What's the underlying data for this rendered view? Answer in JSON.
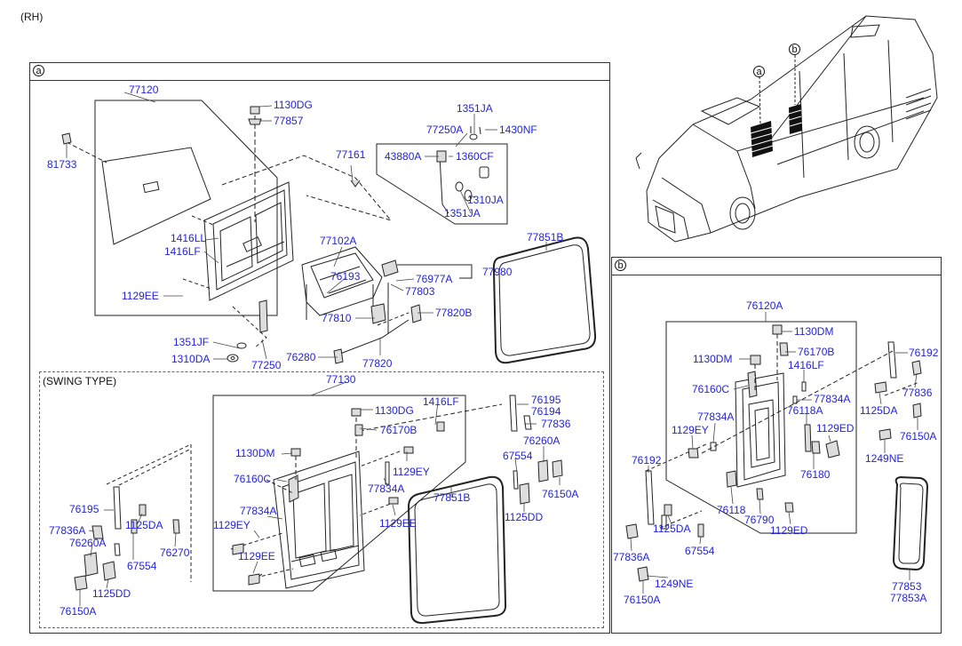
{
  "header": {
    "side": "(RH)"
  },
  "sections": {
    "a": {
      "marker": "a",
      "swing_caption": "(SWING TYPE)"
    },
    "b": {
      "marker": "b"
    }
  },
  "bus_markers": [
    "a",
    "b"
  ],
  "labels_a": {
    "p77120": "77120",
    "p81733": "81733",
    "p1130DG": "1130DG",
    "p77857": "77857",
    "p1416LL": "1416LL",
    "p1416LF": "1416LF",
    "p1129EE": "1129EE",
    "p77161": "77161",
    "p77102A": "77102A",
    "p76193": "76193",
    "p77810": "77810",
    "p1351JF": "1351JF",
    "p1310DA": "1310DA",
    "p77250": "77250",
    "p76280": "76280",
    "p77820": "77820",
    "p77820B": "77820B",
    "p76977A": "76977A",
    "p77803": "77803",
    "p77980": "77980",
    "p1351JA_top": "1351JA",
    "p77250A": "77250A",
    "p1430NF": "1430NF",
    "p43880A": "43880A",
    "p1360CF": "1360CF",
    "p1310JA": "1310JA",
    "p1351JA_bot": "1351JA",
    "p77851B": "77851B"
  },
  "labels_swing": {
    "p77130": "77130",
    "p1130DG": "1130DG",
    "p1416LF": "1416LF",
    "p76170B": "76170B",
    "p76195_r": "76195",
    "p76194": "76194",
    "p77836": "77836",
    "p76260A_r": "76260A",
    "p67554_r": "67554",
    "p76150A_r": "76150A",
    "p1125DD_r": "1125DD",
    "p1130DM": "1130DM",
    "p76160C": "76160C",
    "p77834A_top": "77834A",
    "p1129EY_r": "1129EY",
    "p77834A": "77834A",
    "p1129EY_l": "1129EY",
    "p1129EE_r": "1129EE",
    "p1129EE_l": "1129EE",
    "p77851B": "77851B",
    "p76195_l": "76195",
    "p77836A": "77836A",
    "p1125DA": "1125DA",
    "p76260A_l": "76260A",
    "p76270": "76270",
    "p67554_l": "67554",
    "p1125DD_l": "1125DD",
    "p76150A_l": "76150A"
  },
  "labels_b": {
    "p76120A": "76120A",
    "p1130DM_top": "1130DM",
    "p76170B": "76170B",
    "p1130DM": "1130DM",
    "p1416LF": "1416LF",
    "p76160C": "76160C",
    "p77834A_r": "77834A",
    "p76118A": "76118A",
    "p77834A_l": "77834A",
    "p1129EY": "1129EY",
    "p1129ED_r": "1129ED",
    "p76180": "76180",
    "p76118": "76118",
    "p76790": "76790",
    "p1129ED_b": "1129ED",
    "p76192_l": "76192",
    "p1125DA": "1125DA",
    "p67554": "67554",
    "p77836A": "77836A",
    "p1249NE_l": "1249NE",
    "p76150A_l": "76150A",
    "p76192_r": "76192",
    "p77836": "77836",
    "p1125DA_r": "1125DA",
    "p76150A_r": "76150A",
    "p1249NE_r": "1249NE",
    "p77853": "77853",
    "p77853A": "77853A"
  }
}
